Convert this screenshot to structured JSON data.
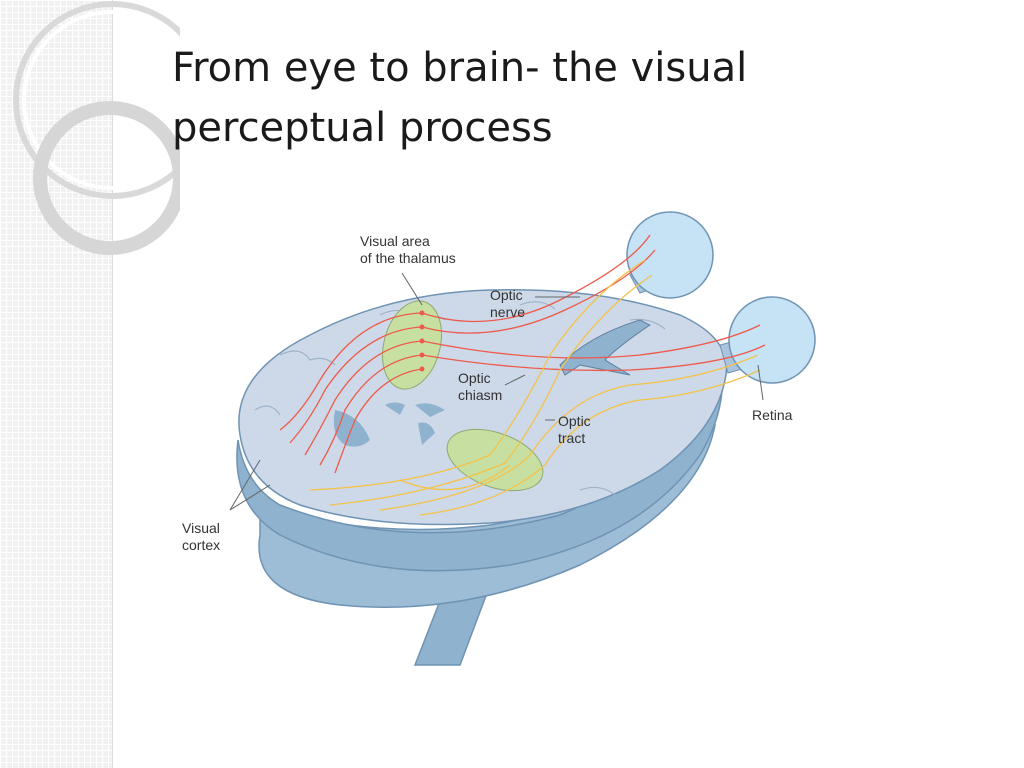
{
  "slide": {
    "title_line1": "From eye to brain- the visual",
    "title_line2": "perceptual process"
  },
  "diagram": {
    "labels": {
      "thalamus_line1": "Visual area",
      "thalamus_line2": "of the thalamus",
      "optic_nerve_line1": "Optic",
      "optic_nerve_line2": "nerve",
      "optic_chiasm_line1": "Optic",
      "optic_chiasm_line2": "chiasm",
      "optic_tract_line1": "Optic",
      "optic_tract_line2": "tract",
      "retina": "Retina",
      "visual_cortex_line1": "Visual",
      "visual_cortex_line2": "cortex"
    },
    "colors": {
      "brain_fill": "#cdd9e8",
      "brain_side": "#8fb2cf",
      "eye_fill": "#c6e2f5",
      "fiber_red": "#ee5a4a",
      "fiber_yellow": "#f4c24a",
      "thalamus_fill": "#c7e0a2"
    }
  }
}
